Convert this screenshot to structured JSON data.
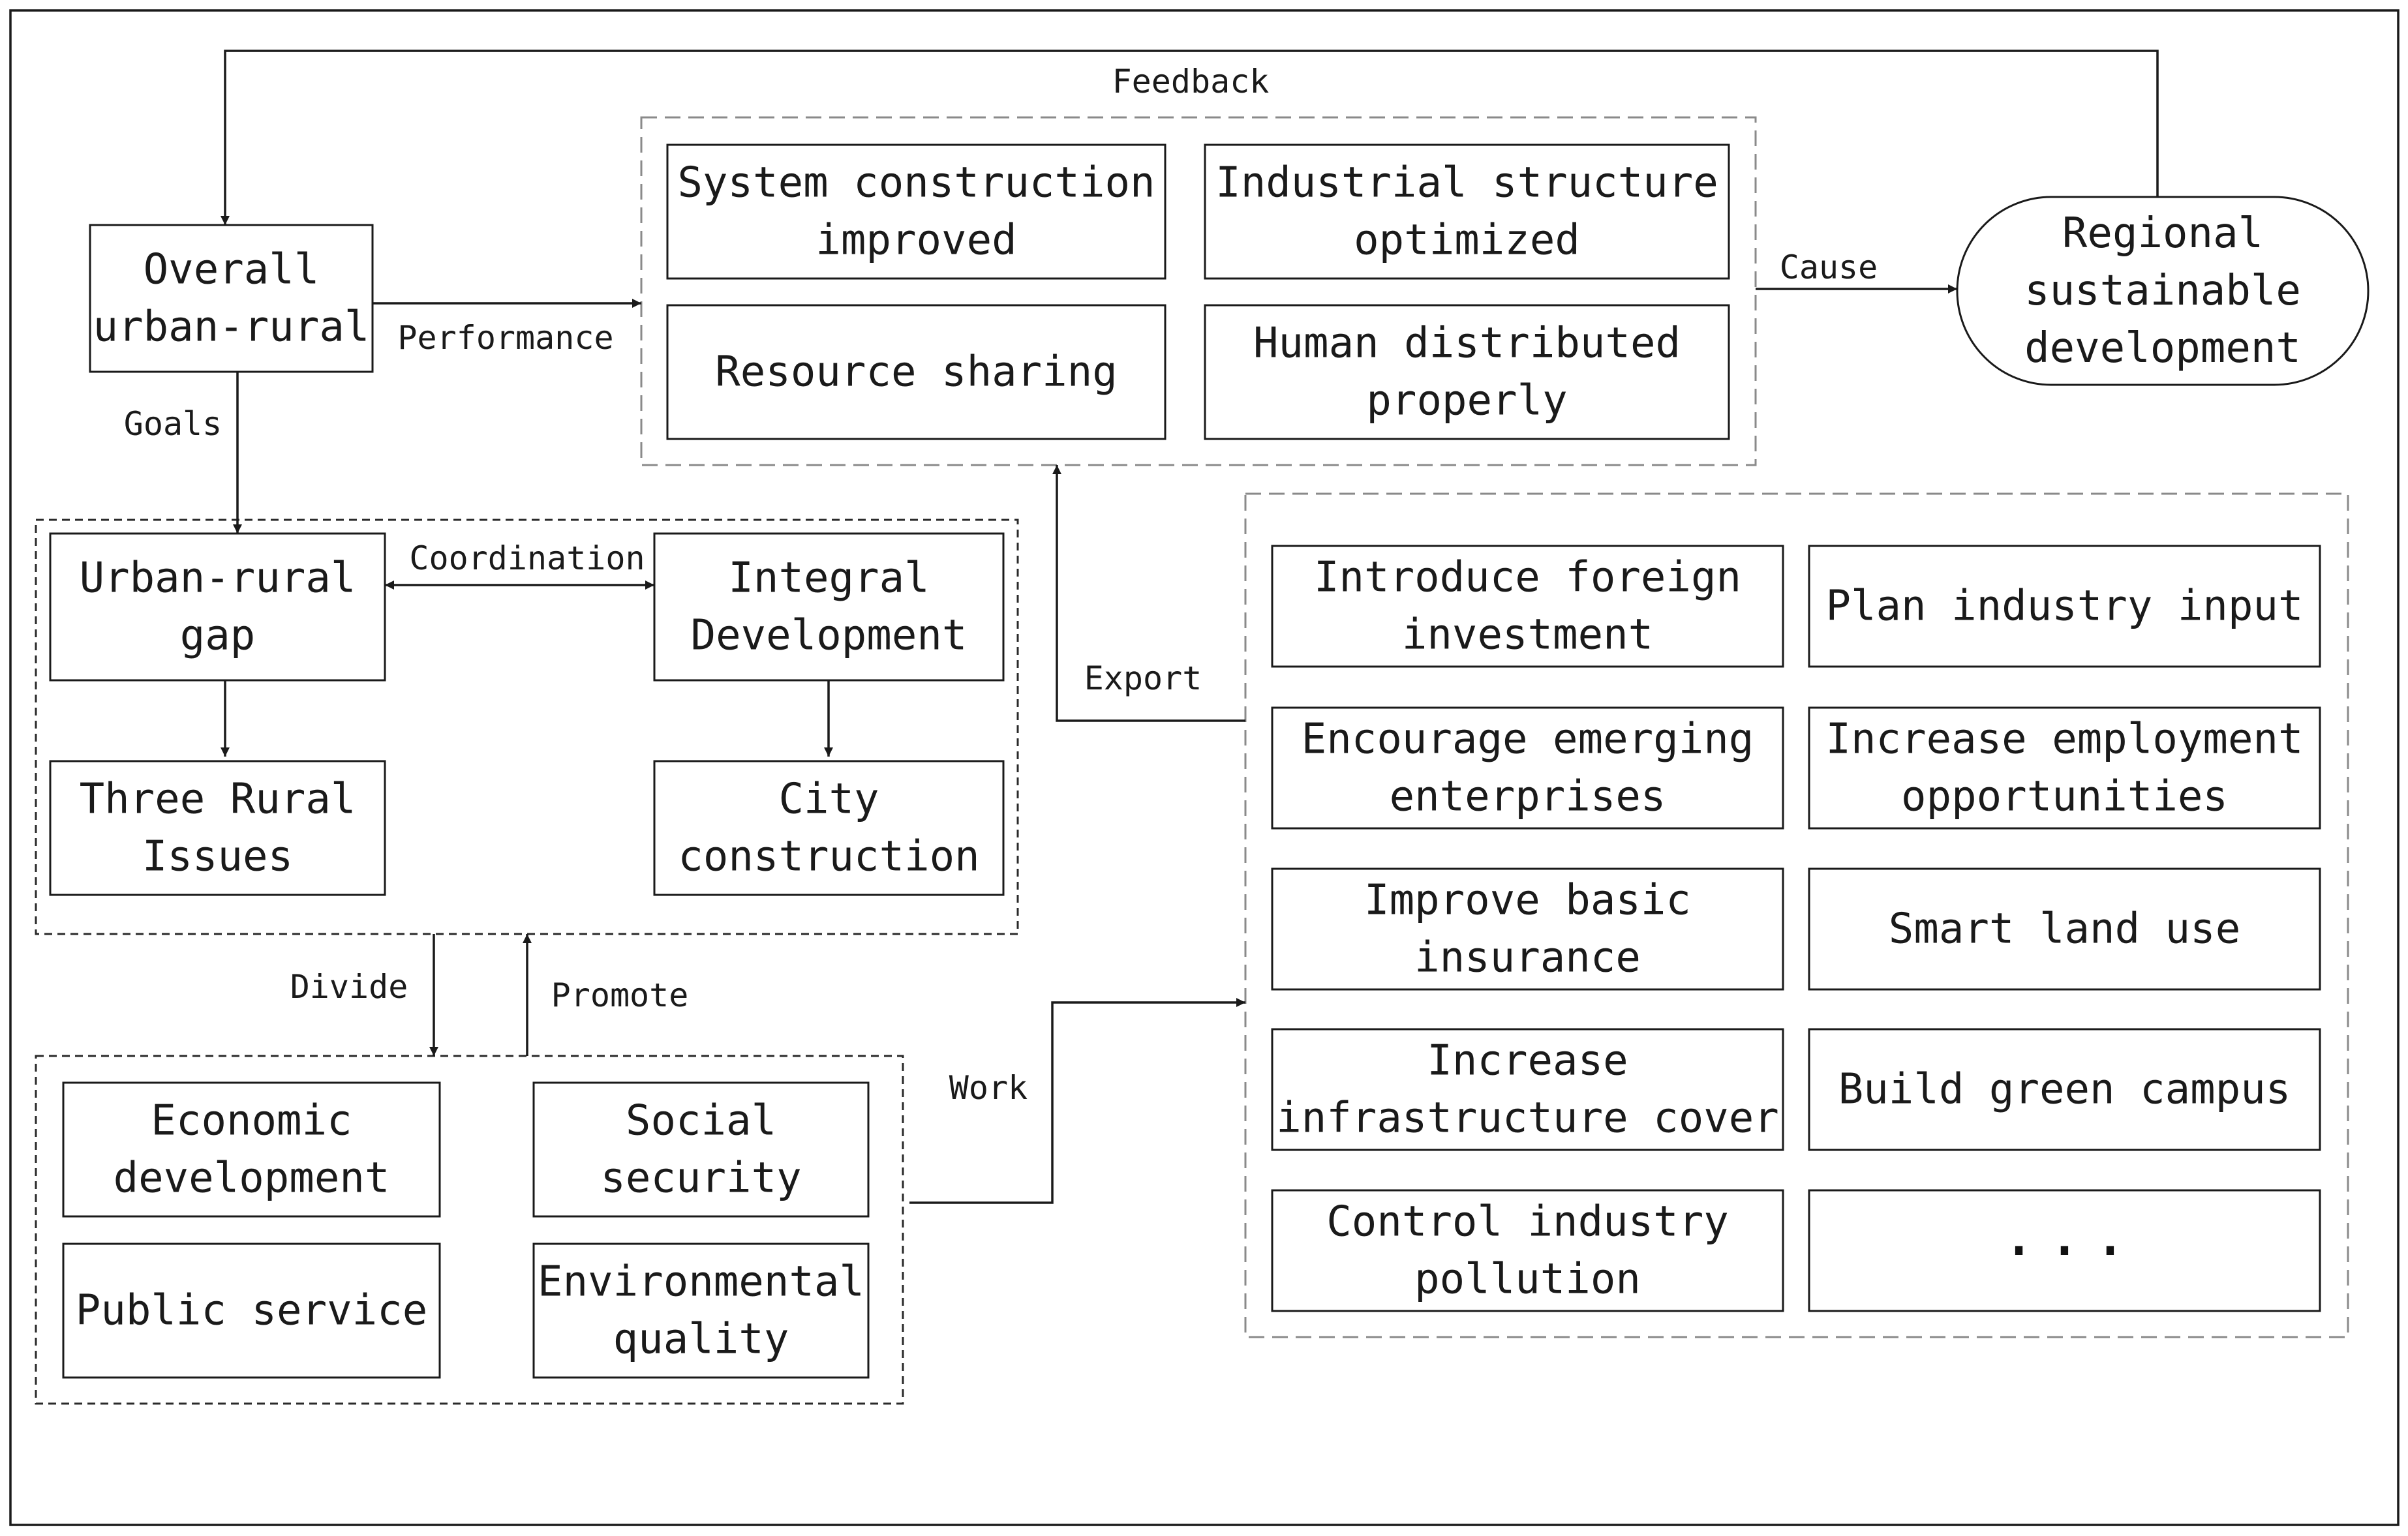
{
  "boxes": {
    "overall": [
      "Overall",
      "urban-rural"
    ],
    "system_construction": [
      "System construction",
      "improved"
    ],
    "industrial_structure": [
      "Industrial structure",
      "optimized"
    ],
    "resource_sharing": [
      "Resource sharing"
    ],
    "human_distributed": [
      "Human  distributed",
      "properly"
    ],
    "regional": [
      "Regional",
      "sustainable",
      "development"
    ],
    "urban_rural_gap": [
      "Urban-rural",
      "gap"
    ],
    "integral_development": [
      "Integral",
      "Development"
    ],
    "three_rural": [
      "Three Rural",
      "Issues"
    ],
    "city_construction": [
      "City",
      "construction"
    ],
    "economic_development": [
      "Economic",
      "development"
    ],
    "social_security": [
      "Social",
      "security"
    ],
    "public_service": [
      "Public service"
    ],
    "environmental_quality": [
      "Environmental",
      "quality"
    ],
    "introduce_foreign": [
      "Introduce foreign",
      "investment"
    ],
    "plan_industry": [
      "Plan industry input"
    ],
    "encourage_emerging": [
      "Encourage emerging",
      "enterprises"
    ],
    "increase_employment": [
      "Increase employment",
      "opportunities"
    ],
    "improve_insurance": [
      "Improve basic",
      "insurance"
    ],
    "smart_land": [
      "Smart land use"
    ],
    "increase_infrastructure": [
      "Increase",
      "infrastructure cover"
    ],
    "green_campus": [
      "Build green campus"
    ],
    "control_pollution": [
      "Control industry",
      "pollution"
    ],
    "more": [
      "· · ·"
    ]
  },
  "labels": {
    "feedback": "Feedback",
    "performance": "Performance",
    "cause": "Cause",
    "goals": "Goals",
    "coordination": "Coordination",
    "export": "Export",
    "divide": "Divide",
    "promote": "Promote",
    "work": "Work"
  }
}
